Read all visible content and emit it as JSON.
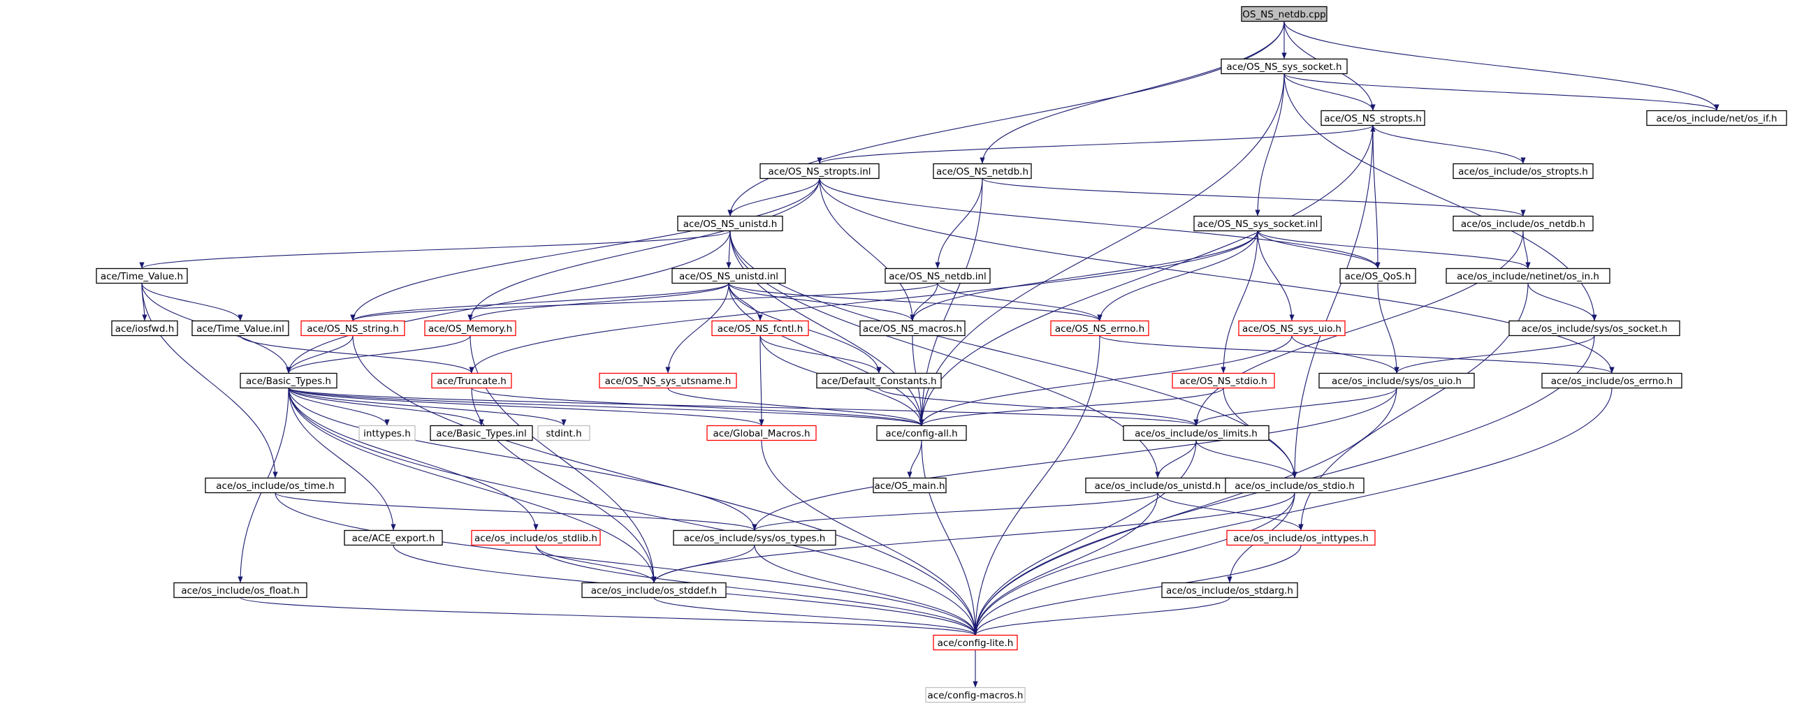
{
  "colors": {
    "edge": "#191970",
    "border_default": "#000000",
    "border_missing_body": "#ff0000",
    "border_external": "#bfbfbf",
    "root_fill": "#bfbfbf",
    "text": "#000000"
  },
  "graph": {
    "root": "OS_NS_netdb.cpp",
    "nodes": [
      {
        "id": "n_root",
        "label": "OS_NS_netdb.cpp",
        "kind": "root"
      },
      {
        "id": "n_sys_socket_h",
        "label": "ace/OS_NS_sys_socket.h",
        "kind": "normal"
      },
      {
        "id": "n_stropts_h",
        "label": "ace/OS_NS_stropts.h",
        "kind": "normal"
      },
      {
        "id": "n_net_os_if",
        "label": "ace/os_include/net/os_if.h",
        "kind": "normal"
      },
      {
        "id": "n_stropts_inl",
        "label": "ace/OS_NS_stropts.inl",
        "kind": "normal"
      },
      {
        "id": "n_netdb_h",
        "label": "ace/OS_NS_netdb.h",
        "kind": "normal"
      },
      {
        "id": "n_os_stropts",
        "label": "ace/os_include/os_stropts.h",
        "kind": "normal"
      },
      {
        "id": "n_unistd_h",
        "label": "ace/OS_NS_unistd.h",
        "kind": "normal"
      },
      {
        "id": "n_sys_socket_inl",
        "label": "ace/OS_NS_sys_socket.inl",
        "kind": "normal"
      },
      {
        "id": "n_os_netdb",
        "label": "ace/os_include/os_netdb.h",
        "kind": "normal"
      },
      {
        "id": "n_time_value_h",
        "label": "ace/Time_Value.h",
        "kind": "normal"
      },
      {
        "id": "n_unistd_inl",
        "label": "ace/OS_NS_unistd.inl",
        "kind": "normal"
      },
      {
        "id": "n_netdb_inl",
        "label": "ace/OS_NS_netdb.inl",
        "kind": "normal"
      },
      {
        "id": "n_qos",
        "label": "ace/OS_QoS.h",
        "kind": "normal"
      },
      {
        "id": "n_netinet_in",
        "label": "ace/os_include/netinet/os_in.h",
        "kind": "normal"
      },
      {
        "id": "n_iosfwd",
        "label": "ace/iosfwd.h",
        "kind": "normal"
      },
      {
        "id": "n_time_value_inl",
        "label": "ace/Time_Value.inl",
        "kind": "normal"
      },
      {
        "id": "n_ns_string",
        "label": "ace/OS_NS_string.h",
        "kind": "missing"
      },
      {
        "id": "n_os_memory",
        "label": "ace/OS_Memory.h",
        "kind": "missing"
      },
      {
        "id": "n_ns_fcntl",
        "label": "ace/OS_NS_fcntl.h",
        "kind": "missing"
      },
      {
        "id": "n_ns_macros",
        "label": "ace/OS_NS_macros.h",
        "kind": "normal"
      },
      {
        "id": "n_ns_errno",
        "label": "ace/OS_NS_errno.h",
        "kind": "missing"
      },
      {
        "id": "n_ns_sys_uio",
        "label": "ace/OS_NS_sys_uio.h",
        "kind": "missing"
      },
      {
        "id": "n_sys_os_socket",
        "label": "ace/os_include/sys/os_socket.h",
        "kind": "normal"
      },
      {
        "id": "n_basic_types_h",
        "label": "ace/Basic_Types.h",
        "kind": "normal"
      },
      {
        "id": "n_truncate",
        "label": "ace/Truncate.h",
        "kind": "missing"
      },
      {
        "id": "n_utsname",
        "label": "ace/OS_NS_sys_utsname.h",
        "kind": "missing"
      },
      {
        "id": "n_default_constants",
        "label": "ace/Default_Constants.h",
        "kind": "normal"
      },
      {
        "id": "n_ns_stdio",
        "label": "ace/OS_NS_stdio.h",
        "kind": "missing"
      },
      {
        "id": "n_sys_os_uio",
        "label": "ace/os_include/sys/os_uio.h",
        "kind": "normal"
      },
      {
        "id": "n_os_errno",
        "label": "ace/os_include/os_errno.h",
        "kind": "normal"
      },
      {
        "id": "n_inttypes",
        "label": "inttypes.h",
        "kind": "external"
      },
      {
        "id": "n_basic_types_inl",
        "label": "ace/Basic_Types.inl",
        "kind": "normal"
      },
      {
        "id": "n_stdint",
        "label": "stdint.h",
        "kind": "external"
      },
      {
        "id": "n_global_macros",
        "label": "ace/Global_Macros.h",
        "kind": "missing"
      },
      {
        "id": "n_config_all",
        "label": "ace/config-all.h",
        "kind": "normal"
      },
      {
        "id": "n_os_limits",
        "label": "ace/os_include/os_limits.h",
        "kind": "normal"
      },
      {
        "id": "n_os_time",
        "label": "ace/os_include/os_time.h",
        "kind": "normal"
      },
      {
        "id": "n_os_main",
        "label": "ace/OS_main.h",
        "kind": "normal"
      },
      {
        "id": "n_os_unistd",
        "label": "ace/os_include/os_unistd.h",
        "kind": "normal"
      },
      {
        "id": "n_os_stdio",
        "label": "ace/os_include/os_stdio.h",
        "kind": "normal"
      },
      {
        "id": "n_ace_export",
        "label": "ace/ACE_export.h",
        "kind": "normal"
      },
      {
        "id": "n_os_stdlib",
        "label": "ace/os_include/os_stdlib.h",
        "kind": "missing"
      },
      {
        "id": "n_sys_os_types",
        "label": "ace/os_include/sys/os_types.h",
        "kind": "normal"
      },
      {
        "id": "n_os_inttypes",
        "label": "ace/os_include/os_inttypes.h",
        "kind": "missing"
      },
      {
        "id": "n_os_float",
        "label": "ace/os_include/os_float.h",
        "kind": "normal"
      },
      {
        "id": "n_os_stddef",
        "label": "ace/os_include/os_stddef.h",
        "kind": "normal"
      },
      {
        "id": "n_os_stdarg",
        "label": "ace/os_include/os_stdarg.h",
        "kind": "normal"
      },
      {
        "id": "n_config_lite",
        "label": "ace/config-lite.h",
        "kind": "missing"
      },
      {
        "id": "n_config_macros",
        "label": "ace/config-macros.h",
        "kind": "external"
      }
    ],
    "edges": [
      [
        "n_root",
        "n_sys_socket_h"
      ],
      [
        "n_root",
        "n_stropts_h"
      ],
      [
        "n_root",
        "n_net_os_if"
      ],
      [
        "n_root",
        "n_netdb_h"
      ],
      [
        "n_root",
        "n_unistd_h"
      ],
      [
        "n_sys_socket_h",
        "n_stropts_h"
      ],
      [
        "n_sys_socket_h",
        "n_net_os_if"
      ],
      [
        "n_sys_socket_h",
        "n_sys_socket_inl"
      ],
      [
        "n_sys_socket_h",
        "n_sys_os_socket"
      ],
      [
        "n_sys_socket_h",
        "n_config_all"
      ],
      [
        "n_stropts_h",
        "n_stropts_inl"
      ],
      [
        "n_stropts_h",
        "n_os_stropts"
      ],
      [
        "n_stropts_h",
        "n_config_all"
      ],
      [
        "n_stropts_h",
        "n_os_stdio"
      ],
      [
        "n_stropts_inl",
        "n_unistd_h"
      ],
      [
        "n_stropts_inl",
        "n_ns_string"
      ],
      [
        "n_stropts_inl",
        "n_ns_macros"
      ],
      [
        "n_stropts_inl",
        "n_os_memory"
      ],
      [
        "n_stropts_inl",
        "n_qos"
      ],
      [
        "n_stropts_inl",
        "n_os_errno"
      ],
      [
        "n_netdb_h",
        "n_netdb_inl"
      ],
      [
        "n_netdb_h",
        "n_os_netdb"
      ],
      [
        "n_netdb_h",
        "n_config_all"
      ],
      [
        "n_unistd_h",
        "n_unistd_inl"
      ],
      [
        "n_unistd_h",
        "n_time_value_h"
      ],
      [
        "n_unistd_h",
        "n_basic_types_h"
      ],
      [
        "n_unistd_h",
        "n_os_unistd"
      ],
      [
        "n_unistd_h",
        "n_config_all"
      ],
      [
        "n_unistd_h",
        "n_os_stdio"
      ],
      [
        "n_sys_socket_inl",
        "n_qos"
      ],
      [
        "n_sys_socket_inl",
        "n_ns_errno"
      ],
      [
        "n_sys_socket_inl",
        "n_ns_macros"
      ],
      [
        "n_sys_socket_inl",
        "n_ns_sys_uio"
      ],
      [
        "n_sys_socket_inl",
        "n_netinet_in"
      ],
      [
        "n_sys_socket_inl",
        "n_ns_stdio"
      ],
      [
        "n_sys_socket_inl",
        "n_truncate"
      ],
      [
        "n_qos",
        "n_stropts_h"
      ],
      [
        "n_qos",
        "n_sys_os_uio"
      ],
      [
        "n_os_netdb",
        "n_netinet_in"
      ],
      [
        "n_os_netdb",
        "n_os_limits"
      ],
      [
        "n_netinet_in",
        "n_sys_os_socket"
      ],
      [
        "n_netinet_in",
        "n_os_inttypes"
      ],
      [
        "n_time_value_h",
        "n_iosfwd"
      ],
      [
        "n_time_value_h",
        "n_time_value_inl"
      ],
      [
        "n_time_value_h",
        "n_basic_types_h"
      ],
      [
        "n_time_value_h",
        "n_os_time"
      ],
      [
        "n_time_value_inl",
        "n_truncate"
      ],
      [
        "n_unistd_inl",
        "n_ns_string"
      ],
      [
        "n_unistd_inl",
        "n_os_memory"
      ],
      [
        "n_unistd_inl",
        "n_ns_fcntl"
      ],
      [
        "n_unistd_inl",
        "n_ns_macros"
      ],
      [
        "n_unistd_inl",
        "n_ns_errno"
      ],
      [
        "n_unistd_inl",
        "n_utsname"
      ],
      [
        "n_unistd_inl",
        "n_default_constants"
      ],
      [
        "n_unistd_inl",
        "n_config_all"
      ],
      [
        "n_netdb_inl",
        "n_ns_string"
      ],
      [
        "n_netdb_inl",
        "n_ns_macros"
      ],
      [
        "n_netdb_inl",
        "n_ns_errno"
      ],
      [
        "n_ns_string",
        "n_basic_types_h"
      ],
      [
        "n_ns_string",
        "n_config_lite"
      ],
      [
        "n_os_memory",
        "n_basic_types_h"
      ],
      [
        "n_os_memory",
        "n_os_stddef"
      ],
      [
        "n_ns_fcntl",
        "n_default_constants"
      ],
      [
        "n_ns_fcntl",
        "n_global_macros"
      ],
      [
        "n_ns_fcntl",
        "n_config_all"
      ],
      [
        "n_ns_macros",
        "n_config_all"
      ],
      [
        "n_ns_errno",
        "n_os_errno"
      ],
      [
        "n_ns_errno",
        "n_config_lite"
      ],
      [
        "n_ns_sys_uio",
        "n_sys_os_uio"
      ],
      [
        "n_ns_sys_uio",
        "n_config_all"
      ],
      [
        "n_sys_os_socket",
        "n_sys_os_uio"
      ],
      [
        "n_sys_os_socket",
        "n_config_lite"
      ],
      [
        "n_sys_os_uio",
        "n_os_limits"
      ],
      [
        "n_sys_os_uio",
        "n_sys_os_types"
      ],
      [
        "n_sys_os_uio",
        "n_config_lite"
      ],
      [
        "n_os_errno",
        "n_config_lite"
      ],
      [
        "n_utsname",
        "n_config_all"
      ],
      [
        "n_default_constants",
        "n_os_limits"
      ],
      [
        "n_ns_stdio",
        "n_os_stdio"
      ],
      [
        "n_ns_stdio",
        "n_config_all"
      ],
      [
        "n_truncate",
        "n_config_all"
      ],
      [
        "n_truncate",
        "n_os_stddef"
      ],
      [
        "n_basic_types_h",
        "n_inttypes"
      ],
      [
        "n_basic_types_h",
        "n_basic_types_inl"
      ],
      [
        "n_basic_types_h",
        "n_stdint"
      ],
      [
        "n_basic_types_h",
        "n_global_macros"
      ],
      [
        "n_basic_types_h",
        "n_config_all"
      ],
      [
        "n_basic_types_h",
        "n_ace_export"
      ],
      [
        "n_basic_types_h",
        "n_os_stdlib"
      ],
      [
        "n_basic_types_h",
        "n_os_float"
      ],
      [
        "n_basic_types_h",
        "n_sys_os_types"
      ],
      [
        "n_basic_types_h",
        "n_os_stddef"
      ],
      [
        "n_basic_types_h",
        "n_config_lite"
      ],
      [
        "n_basic_types_h",
        "n_os_limits"
      ],
      [
        "n_global_macros",
        "n_config_lite"
      ],
      [
        "n_config_all",
        "n_os_main"
      ],
      [
        "n_config_all",
        "n_config_lite"
      ],
      [
        "n_os_limits",
        "n_os_unistd"
      ],
      [
        "n_os_limits",
        "n_os_stdio"
      ],
      [
        "n_os_limits",
        "n_config_lite"
      ],
      [
        "n_os_time",
        "n_sys_os_types"
      ],
      [
        "n_os_time",
        "n_config_lite"
      ],
      [
        "n_os_unistd",
        "n_sys_os_types"
      ],
      [
        "n_os_unistd",
        "n_os_inttypes"
      ],
      [
        "n_os_unistd",
        "n_config_lite"
      ],
      [
        "n_os_stdio",
        "n_os_stdarg"
      ],
      [
        "n_os_stdio",
        "n_os_stddef"
      ],
      [
        "n_os_stdio",
        "n_config_lite"
      ],
      [
        "n_ace_export",
        "n_config_lite"
      ],
      [
        "n_os_stdlib",
        "n_os_stddef"
      ],
      [
        "n_os_stdlib",
        "n_config_lite"
      ],
      [
        "n_sys_os_types",
        "n_os_stddef"
      ],
      [
        "n_sys_os_types",
        "n_config_lite"
      ],
      [
        "n_os_inttypes",
        "n_config_lite"
      ],
      [
        "n_os_float",
        "n_config_lite"
      ],
      [
        "n_os_stddef",
        "n_config_lite"
      ],
      [
        "n_os_stdarg",
        "n_config_lite"
      ],
      [
        "n_config_lite",
        "n_config_macros"
      ]
    ]
  }
}
